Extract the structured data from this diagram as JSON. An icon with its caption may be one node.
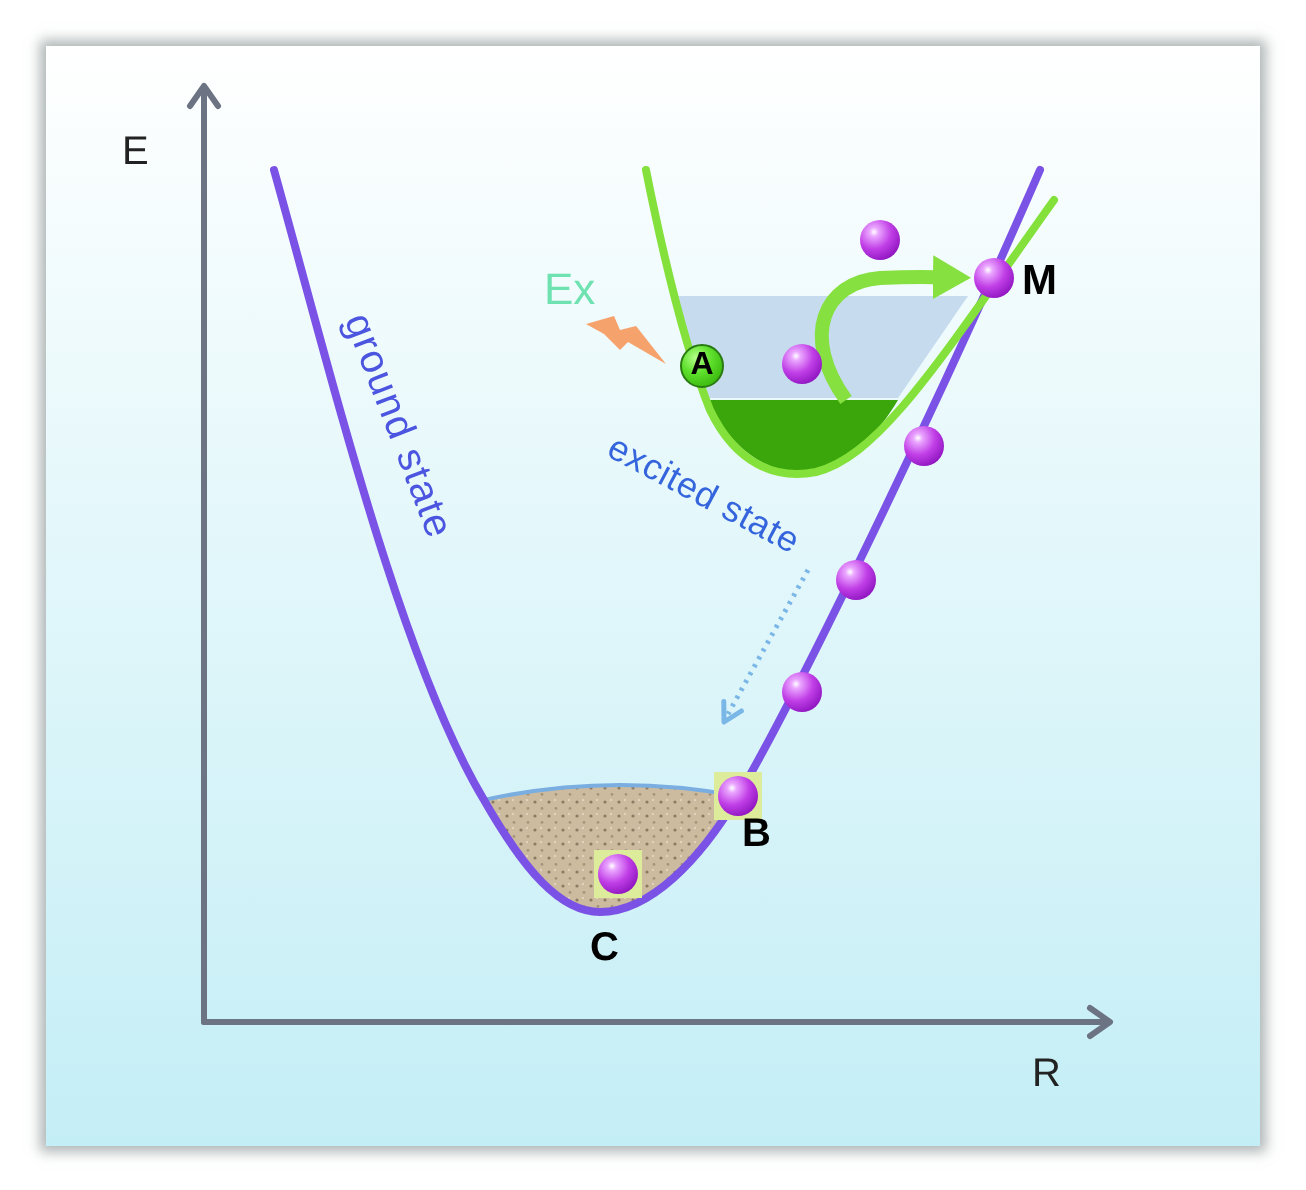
{
  "diagram": {
    "nodes": [
      {
        "text": [],
        "shape": "circle"
      },
      {
        "text": [],
        "shape": "circle",
        "beside": [
          "M"
        ]
      },
      {
        "text": [
          "A"
        ]
      },
      {
        "text": [],
        "shape": "circle"
      },
      {
        "text": [],
        "shape": "bowl"
      },
      {
        "text": [],
        "shape": "circle"
      },
      {
        "text": [],
        "shape": "circle"
      },
      {
        "text": [],
        "shape": "circle"
      },
      {
        "text": [],
        "shape": "circle",
        "beside": [
          "B"
        ]
      },
      {
        "text": [],
        "shape": "circle",
        "beside": [
          "C"
        ]
      }
    ],
    "edges": [
      {
        "from": 4,
        "to": 1,
        "arrow": "to"
      }
    ],
    "labels": [
      "E",
      "Ex",
      "ground state",
      "excited state",
      "R"
    ]
  }
}
